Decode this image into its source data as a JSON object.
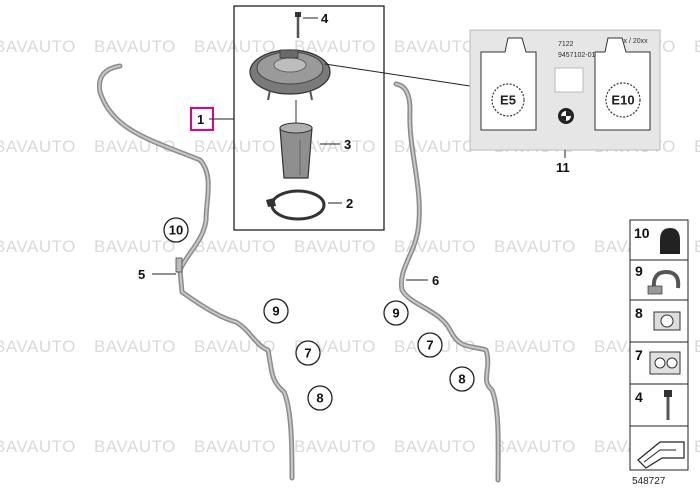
{
  "watermark": "BAVAUTO",
  "callouts": {
    "c1": "1",
    "c2": "2",
    "c3": "3",
    "c4": "4",
    "c5": "5",
    "c6": "6",
    "c7": "7",
    "c8": "8",
    "c9": "9",
    "c10": "10",
    "c11": "11"
  },
  "sticker": {
    "ref_top_right": "xx / 20xx",
    "code_line1": "7122",
    "code_line2": "9457102-01",
    "left_fuel": "E5",
    "right_fuel": "E10"
  },
  "side_parts": [
    "10",
    "9",
    "8",
    "7",
    "4"
  ],
  "diagram_number": "548727",
  "colors": {
    "highlight": "#e0008a",
    "hose": "#8c8c8c",
    "outline": "#222222",
    "sticker_bg": "#e6e6e6"
  }
}
